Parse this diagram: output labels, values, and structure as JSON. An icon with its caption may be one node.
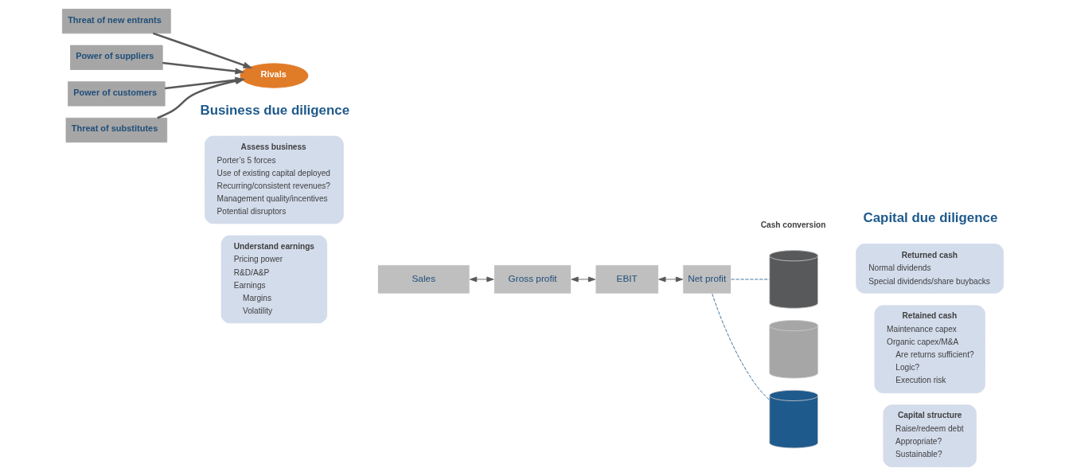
{
  "diagram": {
    "nodes": [
      {
        "text": [
          "Assess business",
          "Porter’s 5 forces",
          "Use of existing capital deployed",
          "Recurring/consistent revenues?",
          "Management quality/incentives",
          "Potential disruptors"
        ]
      },
      {
        "text": [
          "Understand earnings",
          "Pricing power",
          "R&D/A&P",
          "Earnings",
          "Margins",
          "Volatility"
        ]
      },
      {
        "text": [
          "Threat of new entrants"
        ]
      },
      {
        "text": [
          "Power of suppliers"
        ]
      },
      {
        "text": [
          "Rivals"
        ]
      },
      {
        "text": [
          "Power of customers"
        ]
      },
      {
        "text": [
          "Threat of substitutes"
        ]
      },
      {
        "text": [
          "Sales"
        ]
      },
      {
        "text": [
          "Gross profit"
        ]
      },
      {
        "text": [
          "EBIT"
        ]
      },
      {
        "text": [
          "Net profit"
        ]
      },
      {
        "text": [],
        "shape": "cylinder"
      },
      {
        "text": [
          "Returned cash",
          "Normal dividends",
          "Special dividends/share buybacks"
        ]
      },
      {
        "text": [],
        "shape": "cylinder"
      },
      {
        "text": [
          "Retained cash",
          "Maintenance capex",
          "Organic capex/M&A",
          "Are returns sufficient?",
          "Logic?",
          "Execution risk"
        ]
      },
      {
        "text": [],
        "shape": "cylinder"
      },
      {
        "text": [
          "Capital structure",
          "Raise/redeem debt",
          "Appropriate?",
          "Sustainable?"
        ]
      }
    ],
    "edges": [
      {
        "from": 2,
        "to": 4,
        "arrow": "to"
      },
      {
        "from": 3,
        "to": 4,
        "arrow": "to"
      },
      {
        "from": 5,
        "to": 4,
        "arrow": "to"
      },
      {
        "from": 6,
        "to": 4,
        "arrow": "to"
      },
      {
        "from": 7,
        "to": 8,
        "arrow": "both"
      },
      {
        "from": 8,
        "to": 9,
        "arrow": "both"
      },
      {
        "from": 9,
        "to": 10,
        "arrow": "both"
      },
      {
        "from": 10,
        "to": 11,
        "arrow": "none",
        "style": "dashed",
        "color": "#1f5a8c"
      },
      {
        "from": 10,
        "to": 15,
        "arrow": "none",
        "style": "dashed",
        "color": "#1f5a8c"
      }
    ],
    "labels": [
      "Business due diligence",
      "Capital due diligence",
      "Cash conversion"
    ]
  }
}
